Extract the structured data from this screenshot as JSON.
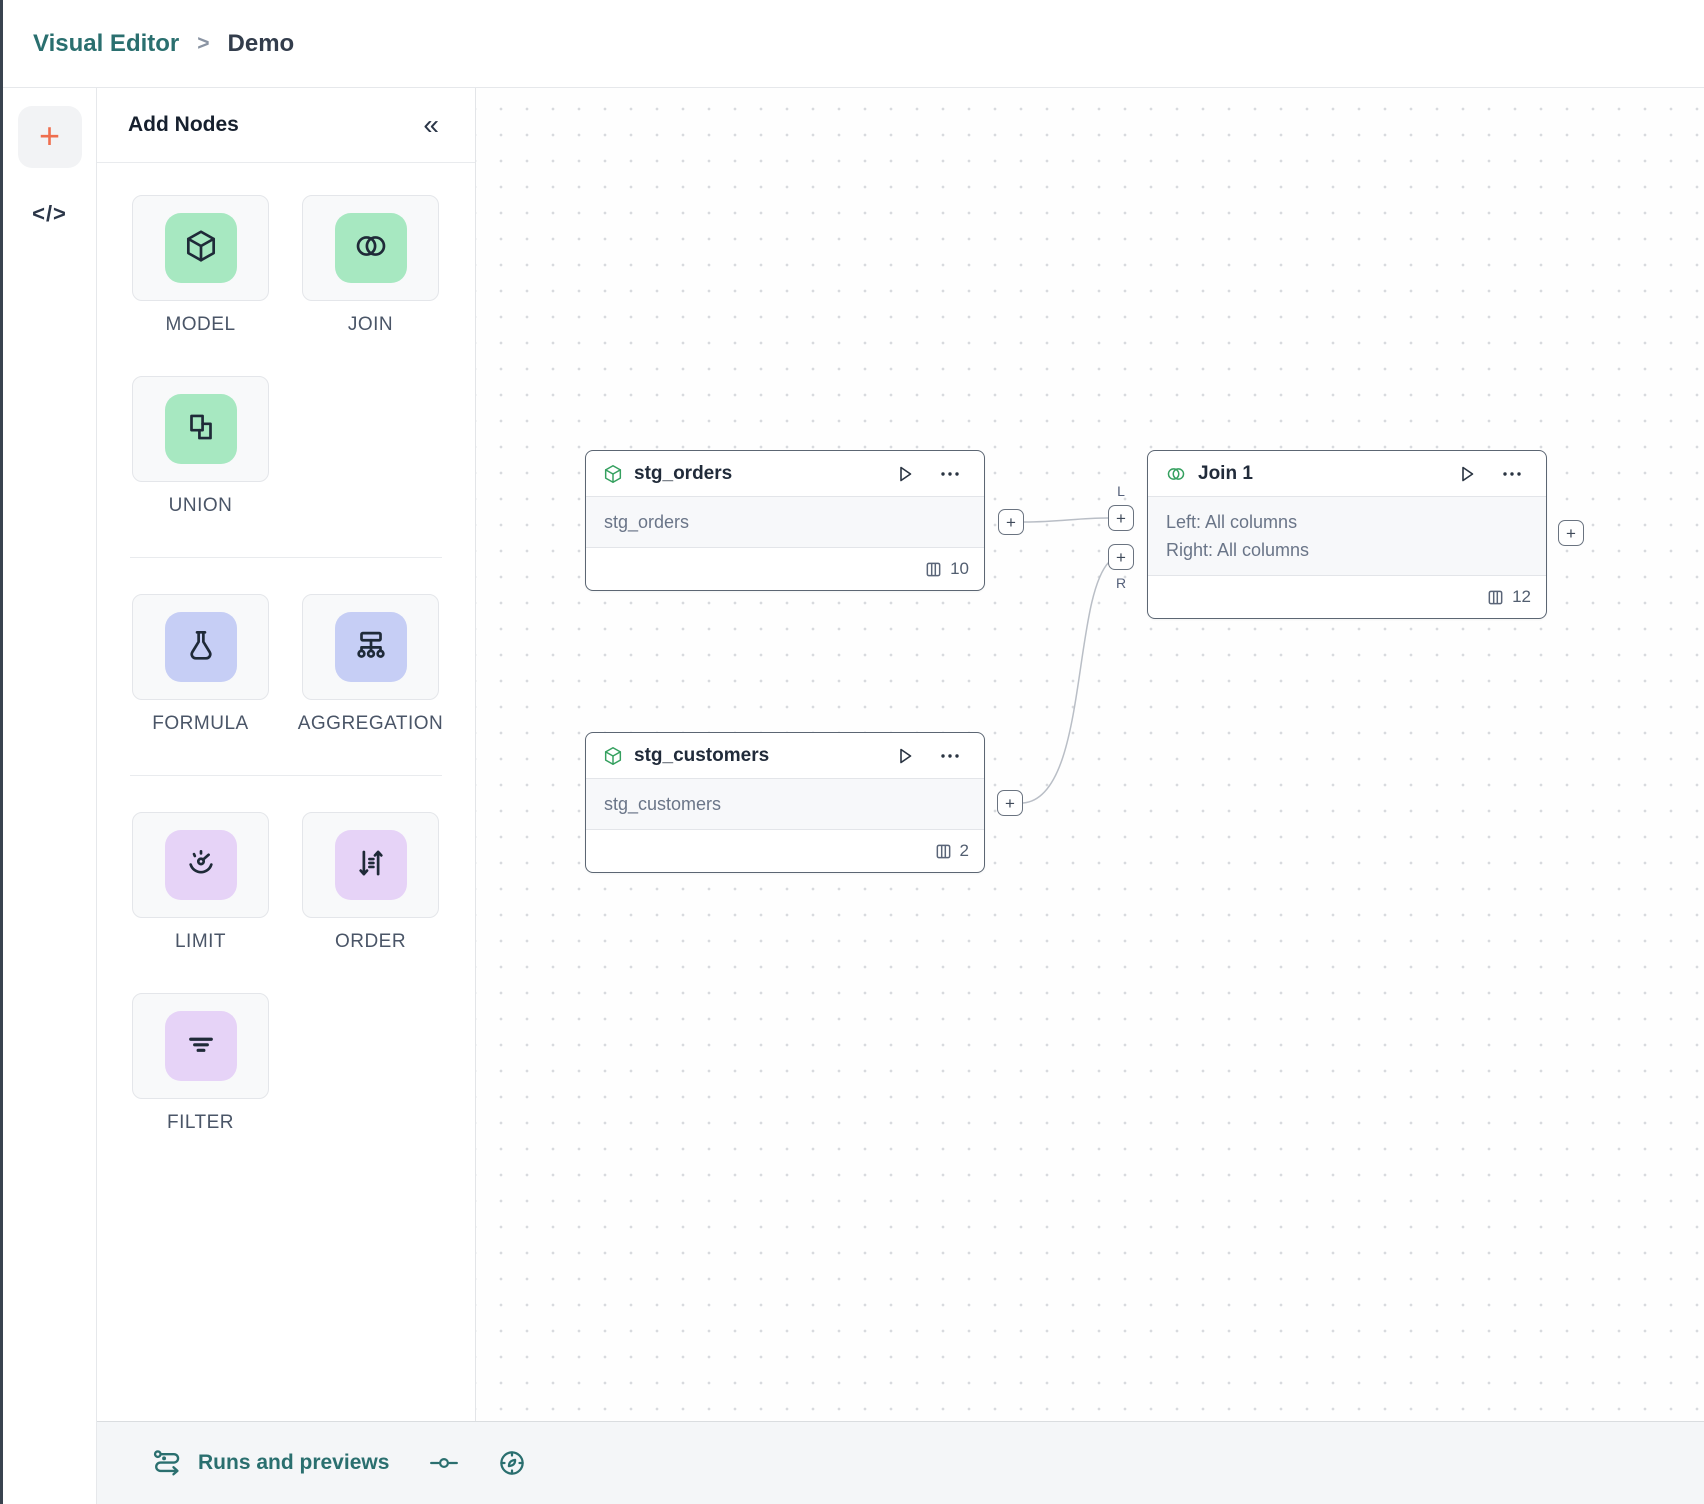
{
  "breadcrumb": {
    "root": "Visual Editor",
    "sep": ">",
    "page": "Demo"
  },
  "rail": {
    "add": "+",
    "code": "</>"
  },
  "palette": {
    "title": "Add Nodes",
    "collapse": "«",
    "groups": [
      {
        "items": [
          {
            "label": "MODEL"
          },
          {
            "label": "JOIN"
          },
          {
            "label": "UNION"
          }
        ]
      },
      {
        "items": [
          {
            "label": "FORMULA"
          },
          {
            "label": "AGGREGATION"
          }
        ]
      },
      {
        "items": [
          {
            "label": "LIMIT"
          },
          {
            "label": "ORDER"
          },
          {
            "label": "FILTER"
          }
        ]
      }
    ]
  },
  "canvas": {
    "nodes": {
      "stg_orders": {
        "title": "stg_orders",
        "subtitle": "stg_orders",
        "columns": "10"
      },
      "join": {
        "title": "Join 1",
        "left_line": "Left: All columns",
        "right_line": "Right: All columns",
        "columns": "12"
      },
      "stg_customers": {
        "title": "stg_customers",
        "subtitle": "stg_customers",
        "columns": "2"
      }
    },
    "ports": {
      "plus": "+",
      "left": "L",
      "right": "R"
    }
  },
  "statusbar": {
    "label": "Runs and previews"
  },
  "colors": {
    "teal": "#2a6f6f",
    "orange": "#ef6e4e",
    "green_tile": "#a7e8c1",
    "blue_tile": "#c6cef5",
    "purple_tile": "#e6d3f7",
    "node_border": "#5c6673"
  }
}
